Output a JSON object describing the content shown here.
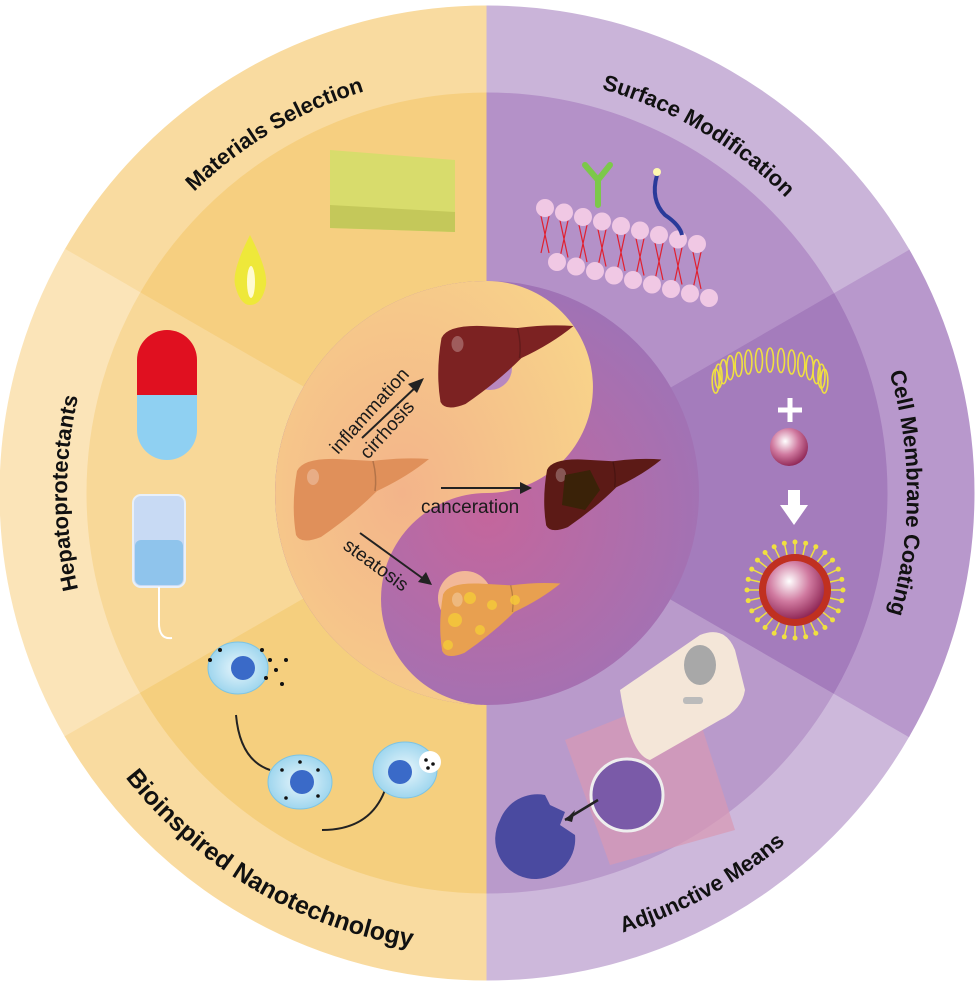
{
  "segments": {
    "materials_selection": "Materials Selection",
    "hepatoprotectants": "Hepatoprotectants",
    "bioinspired_nanotechnology": "Bioinspired Nanotechnology",
    "surface_modification": "Surface Modification",
    "cell_membrane_coating": "Cell Membrane Coating",
    "adjunctive_means": "Adjunctive Means"
  },
  "center": {
    "inflammation": "inflammation",
    "cirrhosis": "cirrhosis",
    "canceration": "canceration",
    "steatosis": "steatosis"
  },
  "colors": {
    "left_outer": "#f9dca2",
    "left_inner": "#f6d184",
    "right_outer": "#ccb6da",
    "right_inner": "#b08dc6",
    "liver_healthy": "#e0905a",
    "liver_cirrhosis": "#7c2222",
    "liver_cancer": "#5c1a16",
    "liver_steatosis": "#e8a050"
  }
}
